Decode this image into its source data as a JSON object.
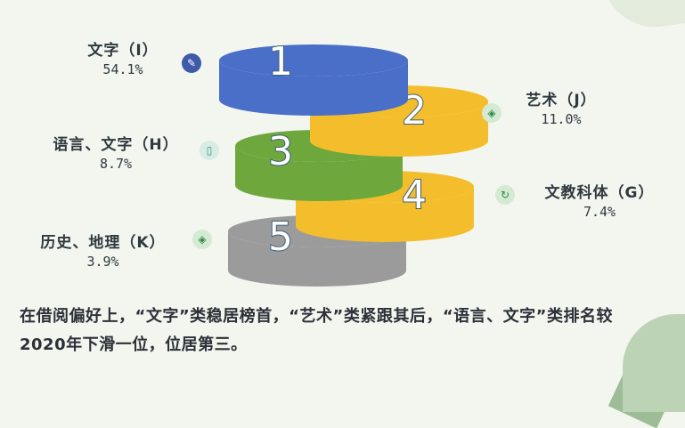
{
  "chart_data": {
    "type": "bar",
    "categories": [
      "文字（I）",
      "艺术（J）",
      "语言、文字（H）",
      "文教科体（G）",
      "历史、地理（K）"
    ],
    "ranks": [
      "1",
      "2",
      "3",
      "4",
      "5"
    ],
    "values": [
      54.1,
      11.0,
      8.7,
      7.4,
      3.9
    ],
    "value_labels": [
      "54.1%",
      "11.0%",
      "8.7%",
      "7.4%",
      "3.9%"
    ],
    "colors": [
      "#4a6fc9",
      "#f4bd2c",
      "#6ea73c",
      "#f4bd2c",
      "#9b9b9b"
    ]
  },
  "caption": "在借阅偏好上，“文字”类稳居榜首，“艺术”类紧跟其后，“语言、文字”类排名较2020年下滑一位，位居第三。",
  "icons": [
    "edit-circle-icon",
    "tag-icon",
    "document-icon",
    "refresh-icon",
    "tag-icon"
  ]
}
